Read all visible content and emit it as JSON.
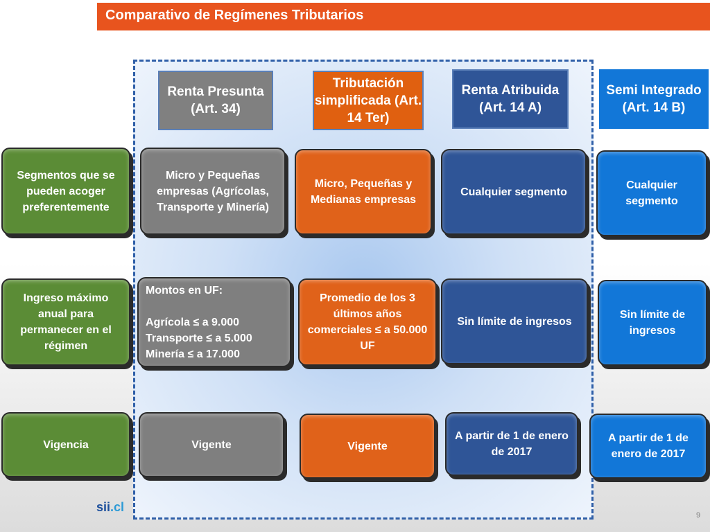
{
  "title": "Comparativo de Regímenes Tributarios",
  "columns": [
    {
      "label": "Renta Presunta (Art. 34)",
      "color": "#808080"
    },
    {
      "label": "Tributación simplificada (Art. 14 Ter)",
      "color": "#e06010"
    },
    {
      "label": "Renta Atribuida (Art. 14 A)",
      "color": "#2f5597"
    },
    {
      "label": "Semi Integrado (Art. 14 B)",
      "color": "#1277d8"
    }
  ],
  "rows": [
    {
      "label": "Segmentos que se pueden acoger preferentemente",
      "cells": [
        "Micro y Pequeñas empresas (Agrícolas, Transporte y Minería)",
        "Micro, Pequeñas y Medianas empresas",
        "Cualquier segmento",
        "Cualquier segmento"
      ]
    },
    {
      "label": "Ingreso máximo anual para permanecer en el régimen",
      "cells": [
        "Montos en UF:\n\nAgrícola ≤ a 9.000\nTransporte ≤ a 5.000\nMinería ≤ a 17.000",
        "Promedio de los 3 últimos años comerciales ≤ a 50.000 UF",
        "Sin límite de ingresos",
        "Sin límite de ingresos"
      ]
    },
    {
      "label": "Vigencia",
      "cells": [
        "Vigente",
        "Vigente",
        "A partir de 1 de enero de 2017",
        "A partir de 1 de enero de 2017"
      ]
    }
  ],
  "logo": {
    "text_main": "sii",
    "text_dot": ".cl"
  },
  "page_number": "9",
  "colors": {
    "title_bar": "#e8541e",
    "row_label": "#5b8c36",
    "highlight_border": "#2f5fa8"
  }
}
